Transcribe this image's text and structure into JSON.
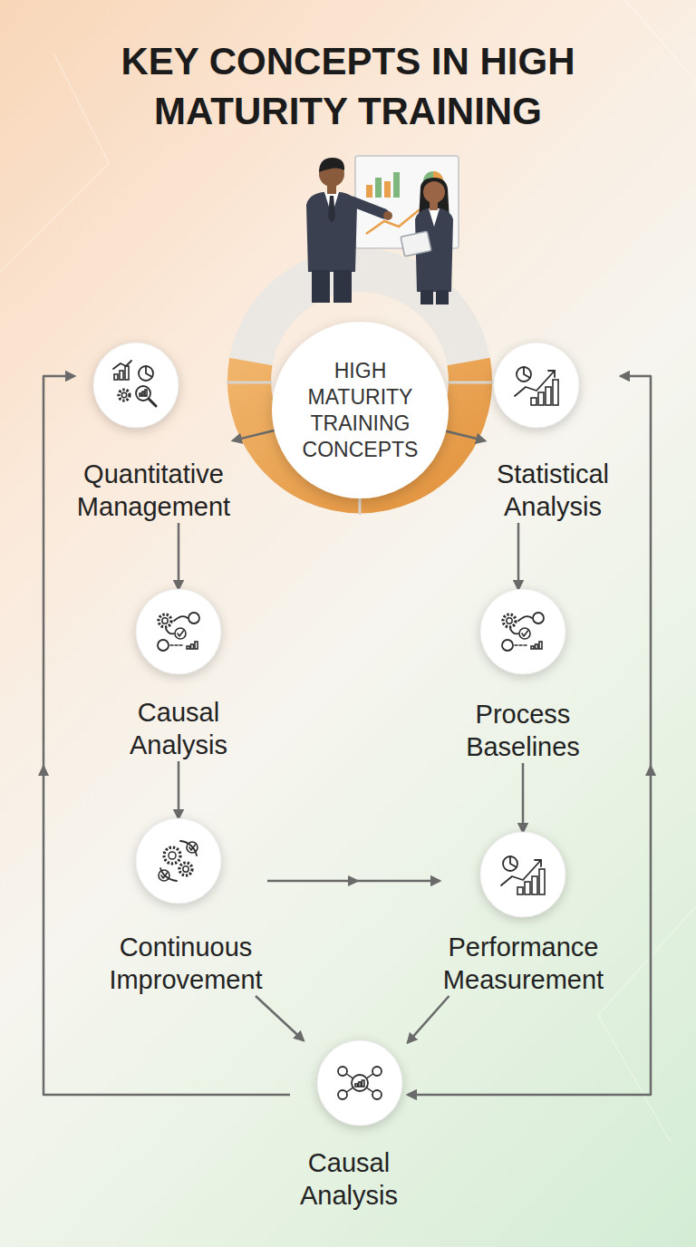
{
  "diagram": {
    "title": "KEY CONCEPTS IN HIGH MATURITY TRAINING",
    "nodes": [
      {
        "text": [
          "HIGH MATURITY TRAINING CONCEPTS"
        ]
      },
      {
        "text": [
          "Quantitative Management"
        ]
      },
      {
        "text": [
          "Statistical Analysis"
        ]
      },
      {
        "text": [
          "Causal Analysis"
        ]
      },
      {
        "text": [
          "Process Baselines"
        ]
      },
      {
        "text": [
          "Continuous Improvement"
        ]
      },
      {
        "text": [
          "Performance Measurement"
        ]
      },
      {
        "text": [
          "Causal Analysis"
        ]
      }
    ],
    "edges": [
      {
        "from": 0,
        "to": 1,
        "arrow": "to"
      },
      {
        "from": 0,
        "to": 2,
        "arrow": "to"
      },
      {
        "from": 1,
        "to": 3,
        "arrow": "to"
      },
      {
        "from": 2,
        "to": 4,
        "arrow": "to"
      },
      {
        "from": 3,
        "to": 5,
        "arrow": "to"
      },
      {
        "from": 4,
        "to": 6,
        "arrow": "to"
      },
      {
        "from": 5,
        "to": 6,
        "arrow": "to"
      },
      {
        "from": 5,
        "to": 7,
        "arrow": "to"
      },
      {
        "from": 6,
        "to": 7,
        "arrow": "to"
      },
      {
        "from": 7,
        "to": 1,
        "arrow": "to"
      },
      {
        "from": 7,
        "to": 2,
        "arrow": "both"
      }
    ]
  }
}
